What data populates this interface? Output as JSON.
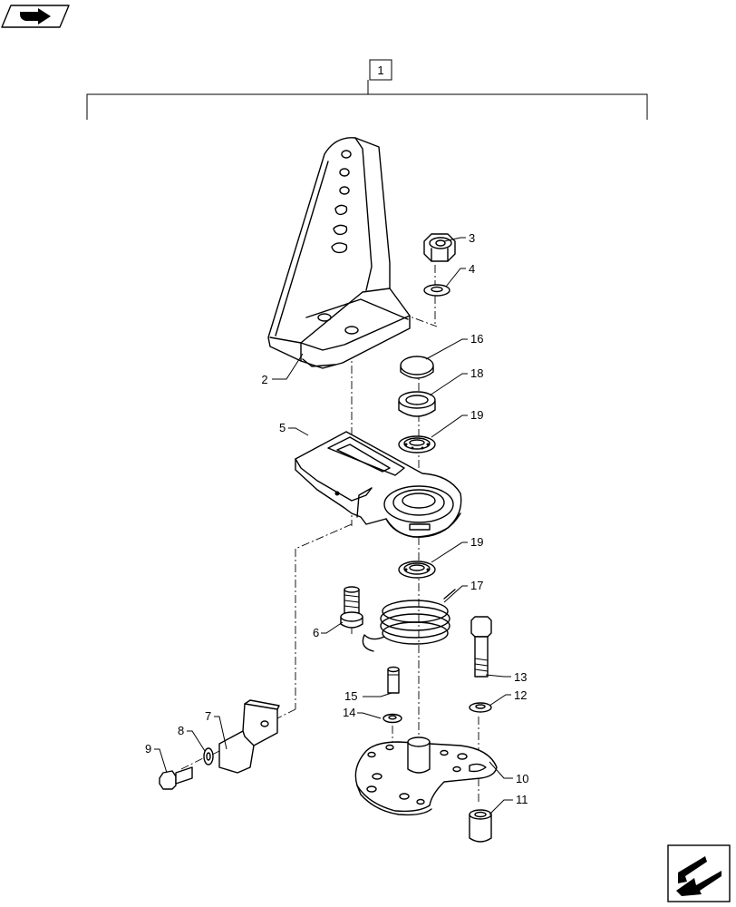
{
  "assembly": {
    "callout": "1"
  },
  "callouts": {
    "c2": "2",
    "c3": "3",
    "c4": "4",
    "c5": "5",
    "c6": "6",
    "c7": "7",
    "c8": "8",
    "c9": "9",
    "c10": "10",
    "c11": "11",
    "c12": "12",
    "c13": "13",
    "c14": "14",
    "c15": "15",
    "c16": "16",
    "c17": "17",
    "c18": "18",
    "c19a": "19",
    "c19b": "19"
  },
  "icons": {
    "top_left": "book-arrow-icon",
    "bottom_right": "next-page-arrow-icon"
  }
}
